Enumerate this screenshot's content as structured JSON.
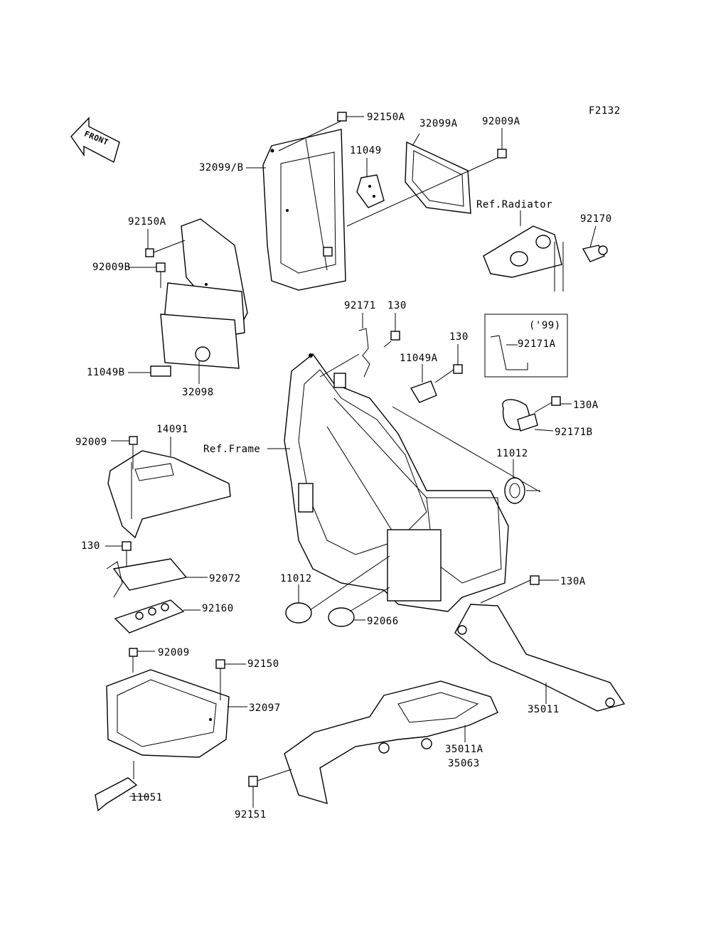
{
  "figure_code": "F2132",
  "front_marker": "FRONT",
  "labels": {
    "p92150A_top": "92150A",
    "p32099A": "32099A",
    "p92009A": "92009A",
    "p11049": "11049",
    "p32099B": "32099/B",
    "ref_radiator": "Ref.Radiator",
    "p92170": "92170",
    "p92150A_left": "92150A",
    "p92009B": "92009B",
    "p92171": "92171",
    "p130_a": "130",
    "year_99": "('99)",
    "p92171A": "92171A",
    "p130_b": "130",
    "p11049A": "11049A",
    "p11049B": "11049B",
    "p32098": "32098",
    "p130A_a": "130A",
    "p92171B": "92171B",
    "p92009": "92009",
    "p14091": "14091",
    "ref_frame": "Ref.Frame",
    "p11012_a": "11012",
    "p130_c": "130",
    "p92072": "92072",
    "p11012_b": "11012",
    "p130A_b": "130A",
    "p92160": "92160",
    "p92066": "92066",
    "p92009_b": "92009",
    "p92150": "92150",
    "p32097": "32097",
    "p35011": "35011",
    "p35011A": "35011A",
    "p35063": "35063",
    "p11051": "11051",
    "p92151": "92151"
  }
}
